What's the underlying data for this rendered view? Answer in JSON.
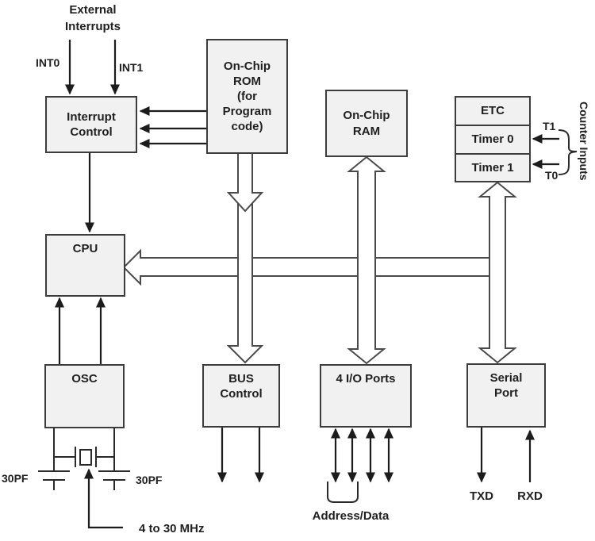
{
  "blocks": {
    "interrupt_control": "Interrupt\nControl",
    "rom": "On-Chip\nROM\n(for\nProgram\ncode)",
    "ram": "On-Chip\nRAM",
    "etc": "ETC",
    "timer0": "Timer 0",
    "timer1": "Timer 1",
    "cpu": "CPU",
    "osc": "OSC",
    "bus_control": "BUS\nControl",
    "io_ports": "4 I/O Ports",
    "serial_port": "Serial\nPort"
  },
  "labels": {
    "external_interrupts": "External\nInterrupts",
    "int0": "INT0",
    "int1": "INT1",
    "t1": "T1",
    "t0": "T0",
    "counter_inputs": "Counter Inputs",
    "cap_left": "30PF",
    "cap_right": "30PF",
    "crystal_freq": "4 to 30 MHz",
    "address_data": "Address/Data",
    "txd": "TXD",
    "rxd": "RXD"
  },
  "colors": {
    "background": "#ffffff",
    "block_fill": "#f1f1f1",
    "block_border": "#3c3c3c",
    "line": "#1c1c1c",
    "text": "#1f1f1f"
  }
}
